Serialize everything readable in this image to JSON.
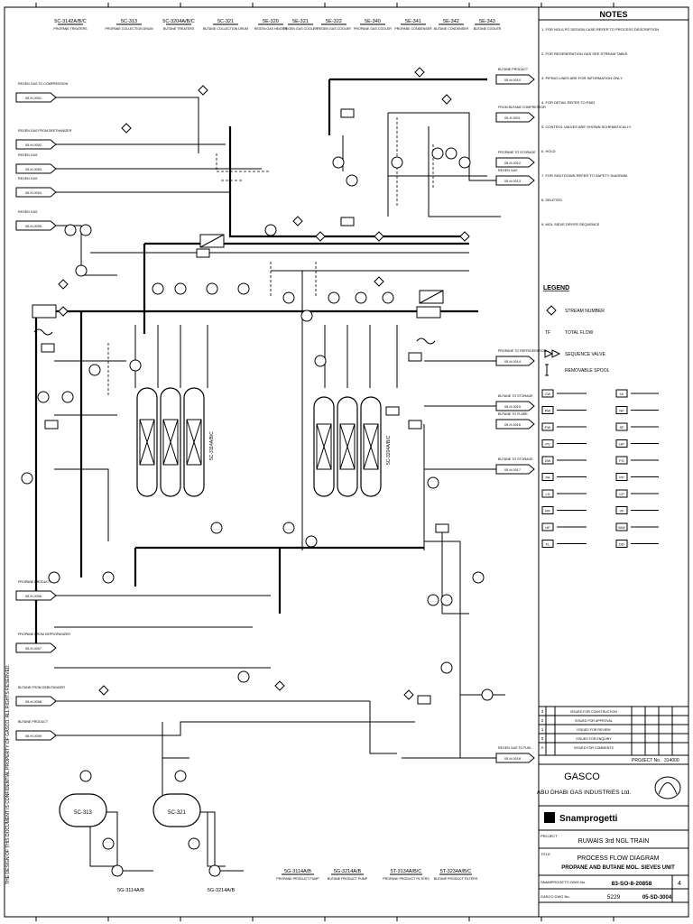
{
  "side_note": "THE DESIGN OF THIS DOCUMENT IS CONFIDENTIAL PROPERTY OF GASCO. ALL RIGHTS RESERVED.",
  "notes": {
    "title": "NOTES",
    "items": [
      "1. FOR NGL/LPG DESIGN CASE REFER TO PROCESS DESCRIPTION",
      "2. FOR REGENERATION GAS SEE STREAM TABLE",
      "3. PIPING LINES ARE FOR INFORMATION ONLY",
      "4. FOR DETAIL REFER TO P&ID",
      "5. CONTROL VALVES ARE SHOWN SCHEMATICALLY",
      "6. HOLD",
      "7. FOR SHUTDOWN REFER TO SAFETY DIAGRAM",
      "8. DELETED",
      "9. MOL SIEVE DRYER SEQUENCE"
    ]
  },
  "legend": {
    "title": "LEGEND",
    "stream_number": "STREAM NUMBER",
    "total_flow": "TOTAL FLOW",
    "sequence_valve": "SEQUENCE VALVE",
    "removable_spool": "REMOVABLE SPOOL",
    "left": [
      "CW",
      "RW",
      "FW",
      "PV",
      "DW",
      "PA",
      "LS",
      "MF",
      "HF",
      "FL"
    ],
    "right": [
      "IA",
      "NF",
      "SF",
      "HP",
      "FG",
      "PP",
      "CP",
      "VF",
      "WW",
      "DD"
    ]
  },
  "equipment_top": [
    {
      "tag": "5C-3142A/B/C",
      "name": "PROPANE TREATERS"
    },
    {
      "tag": "5C-313",
      "name": "PROPANE COLLECTION DRUM"
    },
    {
      "tag": "5C-3204A/B/C",
      "name": "BUTANE TREATERS"
    },
    {
      "tag": "5C-321",
      "name": "BUTANE COLLECTION DRUM"
    },
    {
      "tag": "5E-320",
      "name": "REGEN GAS HEATER"
    },
    {
      "tag": "5E-321",
      "name": "REGEN GAS COOLER"
    },
    {
      "tag": "5E-322",
      "name": "REGEN GAS COOLER"
    },
    {
      "tag": "5E-340",
      "name": "PROPANE GAS COOLER"
    },
    {
      "tag": "5E-341",
      "name": "PROPANE CONDENSER"
    },
    {
      "tag": "5E-342",
      "name": "BUTANE CONDENSER"
    },
    {
      "tag": "5E-343",
      "name": "BUTANE COOLER"
    }
  ],
  "equipment_bottom": [
    {
      "tag": "5G-3114A/B",
      "name": "PROPANE PRODUCT PUMP"
    },
    {
      "tag": "5G-3214A/B",
      "name": "BUTANE PRODUCT PUMP"
    },
    {
      "tag": "5T-3134A/B/C",
      "name": "PROPANE PRODUCT FILTERS"
    },
    {
      "tag": "5T-3234A/B/C",
      "name": "BUTANE PRODUCT FILTERS"
    }
  ],
  "inlets": [
    {
      "label": "REGEN GAS TO COMPRESSION",
      "ref": "05-H-0001"
    },
    {
      "label": "REGEN GAS FROM DEETHANIZER",
      "ref": "05-H-0002"
    },
    {
      "label": "REGEN GAS",
      "ref": "05-H-0003"
    },
    {
      "label": "REGEN GAS",
      "ref": "05-H-0004"
    },
    {
      "label": "REGEN GAS",
      "ref": "05-H-0005"
    },
    {
      "label": "PROPANE PRODUCT",
      "ref": "05-H-0006"
    },
    {
      "label": "PROPANE FROM DEPROPANIZER",
      "ref": "05-H-0007"
    },
    {
      "label": "BUTANE FROM DEBUTANIZER",
      "ref": "05-H-0008"
    },
    {
      "label": "BUTANE PRODUCT",
      "ref": "05-H-0009"
    }
  ],
  "outlets": [
    {
      "label": "BUTANE PRODUCT",
      "ref": "05-H-0010"
    },
    {
      "label": "FROM BUTANE COMPRESSOR",
      "ref": "05-H-0011"
    },
    {
      "label": "PROPANE TO STORAGE",
      "ref": "05-H-0012"
    },
    {
      "label": "REGEN GAS",
      "ref": "05-H-0013"
    },
    {
      "label": "PROPANE TO REFRIGERATION",
      "ref": "05-H-0014"
    },
    {
      "label": "BUTANE TO STORAGE",
      "ref": "05-H-0015"
    },
    {
      "label": "BUTANE TO FLARE",
      "ref": "05-H-0016"
    },
    {
      "label": "BUTANE TO STORAGE",
      "ref": "05-H-0017"
    },
    {
      "label": "REGEN GAS TO FUEL",
      "ref": "05-H-0018"
    }
  ],
  "dryer_tags": {
    "left": "5C-3114A/B/C",
    "right": "5C-3204A/B/C"
  },
  "drum_tags": {
    "left": "5C-313",
    "right": "5C-321"
  },
  "revisions": [
    {
      "rev": "3",
      "desc": "ISSUED FOR CONSTRUCTION"
    },
    {
      "rev": "2",
      "desc": "ISSUED FOR APPROVAL"
    },
    {
      "rev": "1",
      "desc": "ISSUED FOR REVIEW"
    },
    {
      "rev": "0",
      "desc": "ISSUED FOR ENQUIRY"
    },
    {
      "rev": "A",
      "desc": "ISSUED FOR COMMENTS"
    }
  ],
  "title_block": {
    "project_no_label": "PROJECT No.",
    "project_no": "314000",
    "client": "GASCO",
    "client_full": "ABU DHABI GAS INDUSTRIES Ltd.",
    "contractor": "Snamprogetti",
    "project_label": "PROJECT",
    "project": "RUWAIS 3rd NGL TRAIN",
    "title_label": "TITLE",
    "title_1": "PROCESS FLOW DIAGRAM",
    "title_2": "PROPANE AND BUTANE MOL. SIEVES UNIT",
    "doc_label": "SNAMPROGETTI DWG No.",
    "doc_no": "83-SO-8-20858",
    "sheet": "4",
    "gasco_label": "GASCO DWG No.",
    "gasco_no": "5229",
    "date": "05-SD-3004"
  }
}
